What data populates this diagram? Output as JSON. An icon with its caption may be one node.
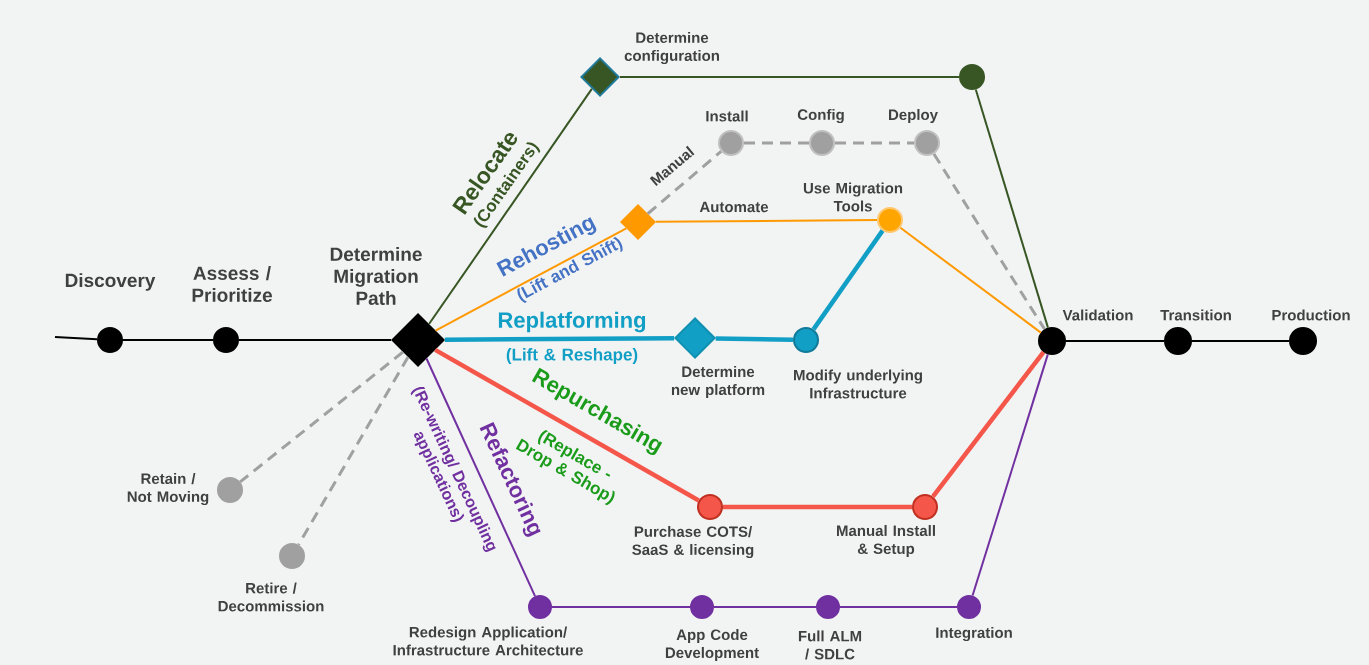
{
  "diagram": {
    "nodes": [
      {
        "text": [
          "Discovery"
        ]
      },
      {
        "text": [
          "Assess / Prioritize"
        ]
      },
      {
        "text": [
          "Determine Migration Path"
        ]
      },
      {
        "text": [
          "Determine configuration"
        ]
      },
      {
        "text": [],
        "shape": "circle"
      },
      {
        "text": [
          "Install"
        ]
      },
      {
        "text": [
          "Config"
        ]
      },
      {
        "text": [
          "Deploy"
        ]
      },
      {
        "text": [],
        "shape": "diamond"
      },
      {
        "text": [
          "Use Migration Tools"
        ]
      },
      {
        "text": [
          "Determine new platform"
        ]
      },
      {
        "text": [
          "Modify underlying Infrastructure"
        ]
      },
      {
        "text": [
          "Purchase COTS/ SaaS & licensing"
        ]
      },
      {
        "text": [
          "Manual Install & Setup"
        ]
      },
      {
        "text": [
          "Redesign Application/ Infrastructure Architecture"
        ]
      },
      {
        "text": [
          "App Code Development"
        ]
      },
      {
        "text": [
          "Full ALM / SDLC"
        ]
      },
      {
        "text": [
          "Integration"
        ]
      },
      {
        "text": [
          "Validation"
        ]
      },
      {
        "text": [
          "Transition"
        ]
      },
      {
        "text": [
          "Production"
        ]
      },
      {
        "text": [
          "Retain / Not Moving"
        ]
      },
      {
        "text": [
          "Retire / Decommission"
        ]
      }
    ],
    "edges": [
      {
        "from": null,
        "to": 0,
        "arrow": "none",
        "color": "#000000"
      },
      {
        "from": 0,
        "to": 1,
        "arrow": "none",
        "color": "#000000"
      },
      {
        "from": 1,
        "to": 2,
        "arrow": "none",
        "color": "#000000"
      },
      {
        "from": 2,
        "to": 3,
        "arrow": "none",
        "color": "#375623",
        "label": "Relocate"
      },
      {
        "from": 3,
        "to": 4,
        "arrow": "none",
        "color": "#375623"
      },
      {
        "from": 4,
        "to": 18,
        "arrow": "none",
        "color": "#375623"
      },
      {
        "from": 2,
        "to": 8,
        "arrow": "none",
        "color": "#ff9900",
        "label": "Rehosting"
      },
      {
        "from": 8,
        "to": 5,
        "arrow": "none",
        "style": "dashed",
        "color": "#a0a0a0",
        "label": "Manual"
      },
      {
        "from": 5,
        "to": 6,
        "arrow": "none",
        "style": "dashed",
        "color": "#a0a0a0"
      },
      {
        "from": 6,
        "to": 7,
        "arrow": "none",
        "style": "dashed",
        "color": "#a0a0a0"
      },
      {
        "from": 7,
        "to": 18,
        "arrow": "none",
        "style": "dashed",
        "color": "#a0a0a0"
      },
      {
        "from": 8,
        "to": 9,
        "arrow": "none",
        "color": "#ff9900",
        "label": "Automate"
      },
      {
        "from": 9,
        "to": 18,
        "arrow": "none",
        "color": "#ff9900"
      },
      {
        "from": 2,
        "to": 10,
        "arrow": "none",
        "style": "thick",
        "color": "#129fc6",
        "label": "Replatforming"
      },
      {
        "from": 10,
        "to": 11,
        "arrow": "none",
        "style": "thick",
        "color": "#129fc6"
      },
      {
        "from": 11,
        "to": 9,
        "arrow": "none",
        "style": "thick",
        "color": "#129fc6"
      },
      {
        "from": 2,
        "to": 12,
        "arrow": "none",
        "style": "thick",
        "color": "#f4574a",
        "label": "Repurchasing"
      },
      {
        "from": 12,
        "to": 13,
        "arrow": "none",
        "style": "thick",
        "color": "#f4574a"
      },
      {
        "from": 13,
        "to": 18,
        "arrow": "none",
        "style": "thick",
        "color": "#f4574a"
      },
      {
        "from": 2,
        "to": 14,
        "arrow": "none",
        "color": "#7030a0",
        "label": "Refactoring"
      },
      {
        "from": 14,
        "to": 15,
        "arrow": "none",
        "color": "#7030a0"
      },
      {
        "from": 15,
        "to": 16,
        "arrow": "none",
        "color": "#7030a0"
      },
      {
        "from": 16,
        "to": 17,
        "arrow": "none",
        "color": "#7030a0"
      },
      {
        "from": 17,
        "to": 18,
        "arrow": "none",
        "color": "#7030a0"
      },
      {
        "from": 18,
        "to": 19,
        "arrow": "none",
        "color": "#000000"
      },
      {
        "from": 19,
        "to": 20,
        "arrow": "none",
        "color": "#000000"
      },
      {
        "from": 2,
        "to": 21,
        "arrow": "none",
        "style": "dashed",
        "color": "#a0a0a0"
      },
      {
        "from": 2,
        "to": 22,
        "arrow": "none",
        "style": "dashed",
        "color": "#a0a0a0"
      }
    ],
    "labels": [
      "(Containers)",
      "(Lift and Shift)",
      "(Lift & Reshape)",
      "(Replace - Drop & Shop)",
      "(Re-writing/ Decoupling applications)"
    ]
  }
}
